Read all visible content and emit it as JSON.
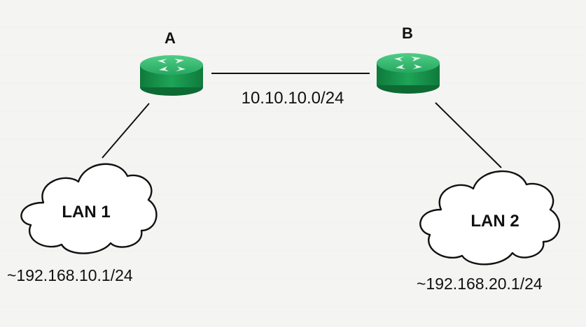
{
  "routers": [
    {
      "id": "A",
      "label": "A"
    },
    {
      "id": "B",
      "label": "B"
    }
  ],
  "link": {
    "label": "10.10.10.0/24"
  },
  "lans": [
    {
      "id": "lan1",
      "label": "LAN 1",
      "ip": "~192.168.10.1/24"
    },
    {
      "id": "lan2",
      "label": "LAN 2",
      "ip": "~192.168.20.1/24"
    }
  ],
  "colors": {
    "router_top": "#2fb36a",
    "router_side": "#148a45",
    "router_arrows": "#e6f5ec",
    "line": "#111111",
    "cloud_fill": "#ffffff"
  }
}
